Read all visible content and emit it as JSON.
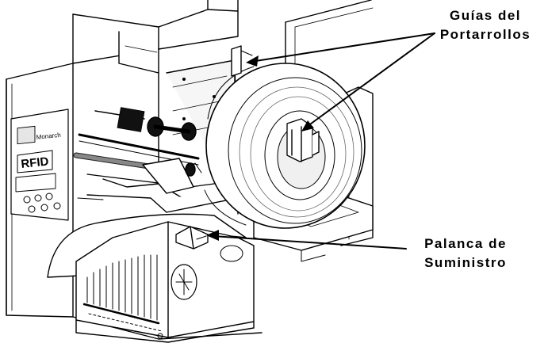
{
  "callouts": {
    "roll_guides": {
      "line1": "Guías del",
      "line2": "Portarrollos"
    },
    "supply_lever": {
      "line1": "Palanca de",
      "line2": "Suministro"
    }
  },
  "device_panel": {
    "brand": "Monarch",
    "badge": "RFID"
  },
  "colors": {
    "ink": "#000000",
    "paper": "#ffffff",
    "shade": "#d8d8d8"
  }
}
